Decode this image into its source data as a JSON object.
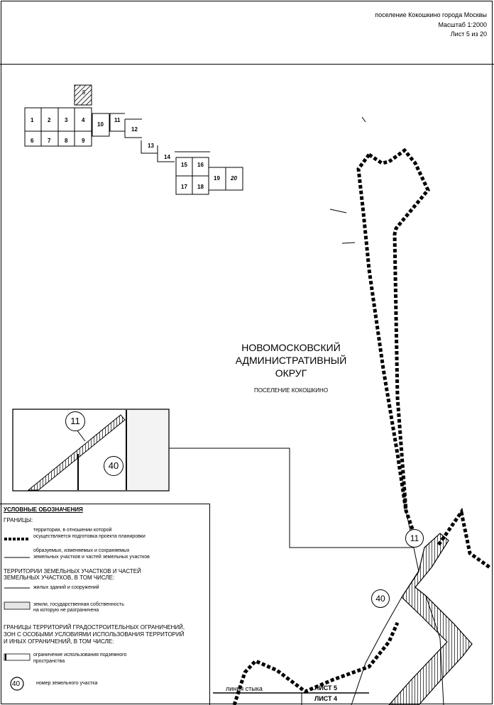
{
  "header": {
    "settlement": "поселение Кокошкино города Москвы",
    "scale": "Масштаб 1:2000",
    "sheet": "Лист  5 из 20"
  },
  "index_map": {
    "highlighted_sheet": "5",
    "sheets_top": [
      "1",
      "2",
      "3",
      "4"
    ],
    "sheets_bottom": [
      "6",
      "7",
      "8",
      "9"
    ],
    "sheets_chain": [
      "10",
      "11",
      "12",
      "13",
      "14",
      "15",
      "16",
      "17",
      "18",
      "19",
      "20"
    ]
  },
  "map": {
    "district_line1": "НОВОМОСКОВСКИЙ",
    "district_line2": "АДМИНИСТРАТИВНЫЙ",
    "district_line3": "ОКРУГ",
    "settlement_label": "ПОСЕЛЕНИЕ КОКОШКИНО",
    "parcel_11": "11",
    "parcel_40": "40",
    "junction_label": "линия стыка",
    "sheet_above": "ЛИСТ 5",
    "sheet_below": "ЛИСТ 4"
  },
  "legend": {
    "title": "УСЛОВНЫЕ ОБОЗНАЧЕНИЯ",
    "boundaries_heading": "ГРАНИЦЫ:",
    "planning_area_l1": "территории, в отношении которой",
    "planning_area_l2": "осуществляется подготовка проекта планировки",
    "parcels_l1": "образуемых, изменяемых и сохраняемых",
    "parcels_l2": "земельных участков и частей земельных участков",
    "territories_l1": "ТЕРРИТОРИИ ЗЕМЕЛЬНЫХ УЧАСТКОВ И ЧАСТЕЙ",
    "territories_l2": "ЗЕМЕЛЬНЫХ УЧАСТКОВ, В ТОМ ЧИСЛЕ:",
    "residential": "жилых зданий и сооружений",
    "state_land_l1": "земли, государственная собственность",
    "state_land_l2": "на которую не разграничена",
    "restrictions_l1": "ГРАНИЦЫ ТЕРРИТОРИЙ ГРАДОСТРОИТЕЛЬНЫХ ОГРАНИЧЕНИЙ,",
    "restrictions_l2": "ЗОН С ОСОБЫМИ УСЛОВИЯМИ ИСПОЛЬЗОВАНИЯ ТЕРРИТОРИЙ",
    "restrictions_l3": "И ИНЫХ ОГРАНИЧЕНИЙ, В ТОМ ЧИСЛЕ:",
    "underground_l1": "ограничение использования подземного",
    "underground_l2": "пространства",
    "parcel_number_sample": "40",
    "parcel_number_label": "номер земельного участка"
  },
  "colors": {
    "ink": "#000000",
    "paper": "#ffffff"
  }
}
